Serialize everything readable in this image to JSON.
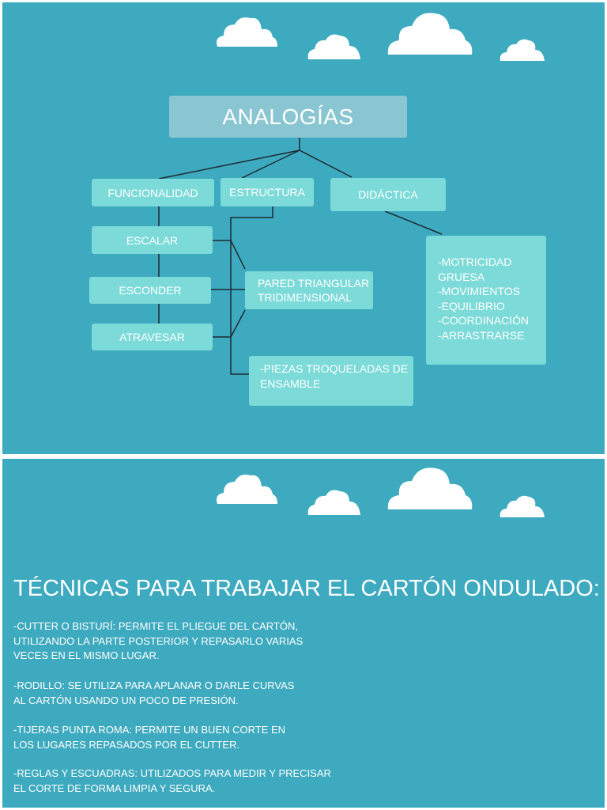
{
  "slide1": {
    "title": "ANALOGÍAS",
    "branches": {
      "funcionalidad": "FUNCIONALIDAD",
      "estructura": "ESTRUCTURA",
      "didactica": "DIDÁCTICA"
    },
    "funcionalidad_items": [
      "ESCALAR",
      "ESCONDER",
      "ATRAVESAR"
    ],
    "estructura_items": [
      "PARED TRIANGULAR\nTRIDIMENSIONAL",
      "-PIEZAS TROQUELADAS DE\nENSAMBLE"
    ],
    "didactica_items": "-MOTRICIDAD\n GRUESA\n-MOVIMIENTOS\n-EQUILIBRIO\n-COORDINACIÓN\n-ARRASTRARSE"
  },
  "slide2": {
    "heading": "TÉCNICAS PARA TRABAJAR EL CARTÓN ONDULADO:",
    "paragraphs": [
      "-CUTTER O BISTURÍ: PERMITE EL PLIEGUE DEL CARTÓN,\nUTILIZANDO LA PARTE POSTERIOR Y REPASARLO VARIAS\nVECES EN EL MISMO LUGAR.",
      "-RODILLO: SE UTILIZA PARA APLANAR O DARLE CURVAS\nAL CARTÓN USANDO UN POCO DE PRESIÓN.",
      "-TIJERAS PUNTA ROMA: PERMITE UN BUEN CORTE EN\nLOS LUGARES REPASADOS POR EL CUTTER.",
      "-REGLAS Y ESCUADRAS: UTILIZADOS PARA MEDIR Y PRECISAR\nEL CORTE DE FORMA LIMPIA Y SEGURA."
    ]
  },
  "colors": {
    "background": "#3eaabf",
    "box": "#7cdbd9",
    "title_box": "#8ac6d1",
    "cloud": "#ffffff",
    "line": "#1d2b33"
  },
  "icons": [
    "cloud-icon"
  ]
}
